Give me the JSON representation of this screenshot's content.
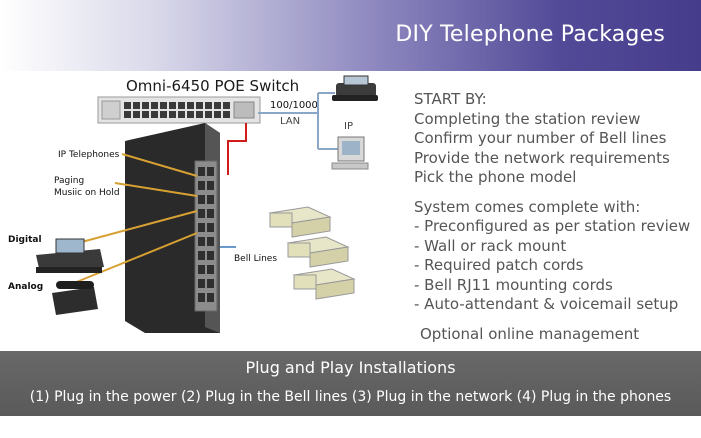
{
  "header": {
    "title": "DIY Telephone Packages"
  },
  "diagram": {
    "switch_label": "Omni-6450 POE Switch",
    "speed_label": "100/1000",
    "lan_label": "LAN",
    "ip_label": "IP",
    "ip_telephones_label": "IP Telephones",
    "paging_label": "Paging",
    "music_on_hold_label": "Musiic on Hold",
    "digital_label": "Digital",
    "analog_label": "Analog",
    "bell_lines_label": "Bell Lines"
  },
  "start": {
    "heading": "START BY:",
    "items": [
      "Completing the station review",
      "Confirm your number of Bell lines",
      "Provide the network requirements",
      "Pick the phone model"
    ]
  },
  "system": {
    "heading": "System comes complete with:",
    "items": [
      "- Preconfigured as per station review",
      "- Wall or rack mount",
      "- Required patch cords",
      "- Bell RJ11 mounting cords",
      "- Auto-attendant & voicemail setup"
    ]
  },
  "optional": "Optional online management",
  "band": {
    "title": "Plug and Play Installations",
    "steps": "(1) Plug in the power (2) Plug in the Bell lines (3) Plug in the network (4) Plug in the phones"
  }
}
